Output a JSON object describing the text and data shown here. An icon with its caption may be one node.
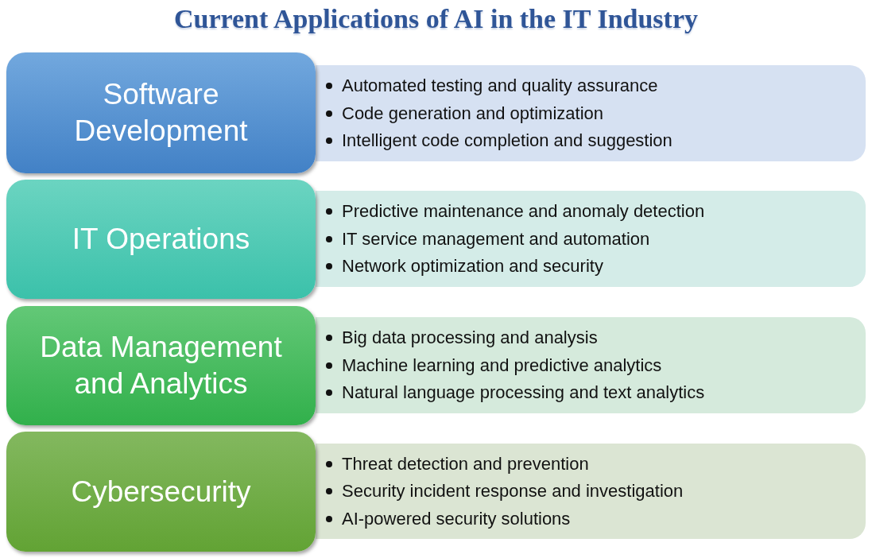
{
  "diagram": {
    "title": "Current Applications of AI in the IT Industry",
    "nodes": [
      {
        "text": [
          "Software Development"
        ]
      },
      {
        "text": [
          "Automated testing and quality assurance",
          "Code generation and optimization",
          "Intelligent code completion and suggestion"
        ]
      },
      {
        "text": [
          "IT Operations"
        ]
      },
      {
        "text": [
          "Predictive maintenance and anomaly detection",
          "IT service management and automation",
          "Network optimization and security"
        ]
      },
      {
        "text": [
          "Data Management and Analytics"
        ]
      },
      {
        "text": [
          "Big data processing and analysis",
          "Machine learning and predictive analytics",
          "Natural language processing and text analytics"
        ]
      },
      {
        "text": [
          "Cybersecurity"
        ]
      },
      {
        "text": [
          "Threat detection and prevention",
          "Security incident response and investigation",
          "AI-powered security solutions"
        ]
      }
    ]
  }
}
